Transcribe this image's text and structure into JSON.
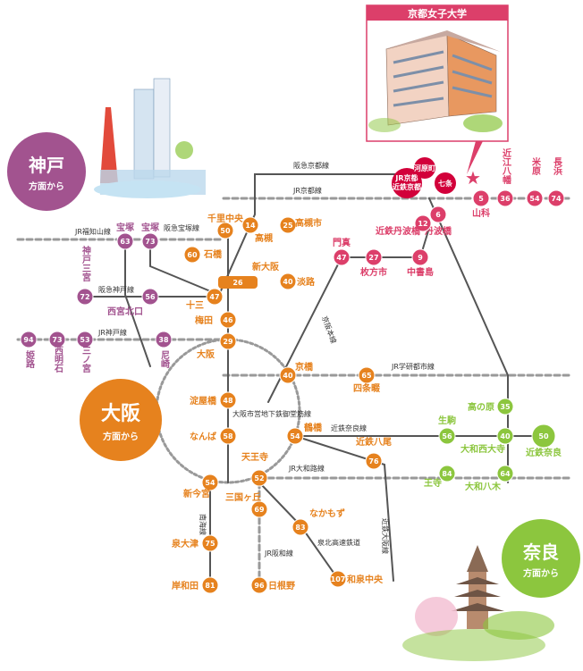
{
  "title": "京都女子大学",
  "regions": {
    "kobe": {
      "name": "神戸",
      "sub": "方面から"
    },
    "osaka": {
      "name": "大阪",
      "sub": "方面から"
    },
    "nara": {
      "name": "奈良",
      "sub": "方面から"
    }
  },
  "colors": {
    "kyoto": "#dc3f6a",
    "kobe": "#a2538f",
    "osaka": "#e6821e",
    "nara": "#8cc63e",
    "destination": "#d2003a",
    "track": "#aaaaaa"
  },
  "lines": {
    "hankyu_kyoto": "阪急京都線",
    "jr_kyoto": "JR京都線",
    "jr_fukuchiyama": "JR福知山線",
    "hankyu_takarazuka": "阪急宝塚線",
    "hankyu_kobe": "阪急神戸線",
    "jr_kobe": "JR神戸線",
    "keihan": "京阪本線",
    "jr_gakkentoshi": "JR学研都市線",
    "subway_midosuji": "大阪市営地下鉄御堂筋線",
    "kintetsu_nara": "近鉄奈良線",
    "jr_yamatoji": "JR大和路線",
    "nankai": "南海線",
    "jr_hanwa": "JR阪和線",
    "semboku": "泉北高速鉄道",
    "kintetsu_osaka": "近鉄大阪線"
  },
  "destinations": [
    "河原町",
    "七条",
    "JR京都",
    "近鉄京都"
  ],
  "stations": {
    "kyoto": [
      {
        "name": "山科",
        "num": "5"
      },
      {
        "name": "近江八幡",
        "num": "36"
      },
      {
        "name": "米原",
        "num": "54"
      },
      {
        "name": "長浜",
        "num": "74"
      },
      {
        "name": "丹波橋",
        "num": "6"
      },
      {
        "name": "近鉄丹波橋",
        "num": "12"
      },
      {
        "name": "中書島",
        "num": "9"
      },
      {
        "name": "枚方市",
        "num": "27"
      },
      {
        "name": "門真",
        "num": "47"
      }
    ],
    "kobe": [
      {
        "name": "宝塚",
        "num": "63"
      },
      {
        "name": "宝塚",
        "num": "73"
      },
      {
        "name": "神戸三宮",
        "num": "72"
      },
      {
        "name": "西宮北口",
        "num": "56"
      },
      {
        "name": "姫路",
        "num": "94"
      },
      {
        "name": "西明石",
        "num": "73"
      },
      {
        "name": "三ノ宮",
        "num": "53"
      },
      {
        "name": "尼崎",
        "num": "38"
      }
    ],
    "osaka": [
      {
        "name": "千里中央",
        "num": "50"
      },
      {
        "name": "高槻",
        "num": "14"
      },
      {
        "name": "高槻市",
        "num": "25"
      },
      {
        "name": "石橋",
        "num": "60"
      },
      {
        "name": "新大阪",
        "num": "26"
      },
      {
        "name": "淡路",
        "num": "40"
      },
      {
        "name": "十三",
        "num": "47"
      },
      {
        "name": "梅田",
        "num": "46"
      },
      {
        "name": "大阪",
        "num": "29"
      },
      {
        "name": "京橋",
        "num": "40"
      },
      {
        "name": "四条畷",
        "num": "65"
      },
      {
        "name": "淀屋橋",
        "num": "48"
      },
      {
        "name": "なんば",
        "num": "58"
      },
      {
        "name": "鶴橋",
        "num": "54"
      },
      {
        "name": "近鉄八尾",
        "num": "76"
      },
      {
        "name": "天王寺",
        "num": "52"
      },
      {
        "name": "新今宮",
        "num": "54"
      },
      {
        "name": "三国ヶ丘",
        "num": "69"
      },
      {
        "name": "なかもず",
        "num": "83"
      },
      {
        "name": "泉大津",
        "num": "75"
      },
      {
        "name": "岸和田",
        "num": "81"
      },
      {
        "name": "日根野",
        "num": "96"
      },
      {
        "name": "和泉中央",
        "num": "107"
      }
    ],
    "nara": [
      {
        "name": "高の原",
        "num": "35"
      },
      {
        "name": "生駒",
        "num": "56"
      },
      {
        "name": "大和西大寺",
        "num": "40"
      },
      {
        "name": "近鉄奈良",
        "num": "50"
      },
      {
        "name": "王寺",
        "num": "84"
      },
      {
        "name": "大和八木",
        "num": "64"
      }
    ]
  }
}
